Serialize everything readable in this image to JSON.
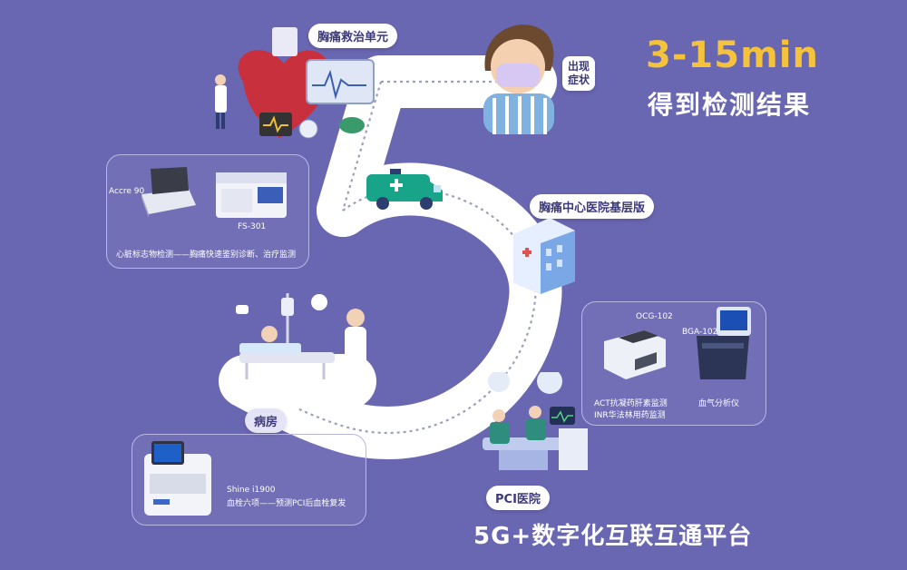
{
  "headline": {
    "time": "3-15min",
    "subtitle": "得到检测结果"
  },
  "stations": {
    "chest_pain_unit": "胸痛救治单元",
    "symptoms": "出现\n症状",
    "primary_hospital": "胸痛中心医院基层版",
    "ward": "病房",
    "pci_hospital": "PCI医院"
  },
  "devices": {
    "accre90": "Accre 90",
    "fs301": "FS-301",
    "card1_caption": "心脏标志物检测——胸痛快速鉴别诊断、治疗监测",
    "ocg102": "OCG-102",
    "bga102": "BGA-102",
    "act_line1": "ACT抗凝药肝素监测",
    "act_line2": "INR华法林用药监测",
    "bga_caption": "血气分析仪",
    "shine": "Shine i1900",
    "shine_caption": "血栓六项——预测PCI后血栓复发"
  },
  "platform_title": "5G+数字化互联互通平台",
  "colors": {
    "background": "#6a67b2",
    "accent": "#f5c23c",
    "path": "#ffffff",
    "pill_text": "#3d3a7c"
  },
  "icons": [
    "heart-icon",
    "doctor-icon",
    "monitor-icon",
    "patient-icon",
    "ambulance-icon",
    "hospital-building-icon",
    "hospital-bed-icon",
    "nurse-icon",
    "surgery-icon",
    "analyzer-icon",
    "chat-bubble-icon"
  ]
}
